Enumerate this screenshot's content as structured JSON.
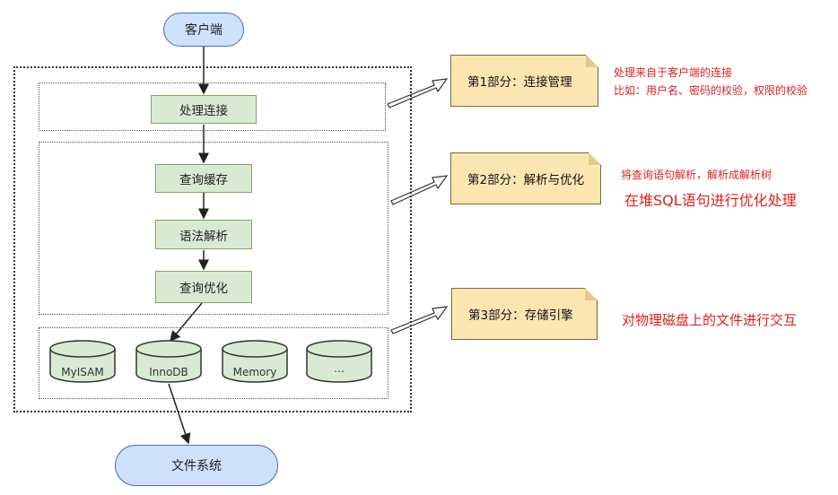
{
  "client": "客户端",
  "filesystem": "文件系统",
  "layer1": {
    "box": "处理连接"
  },
  "layer2": {
    "boxes": [
      "查询缓存",
      "语法解析",
      "查询优化"
    ]
  },
  "engines": [
    "MyISAM",
    "InnoDB",
    "Memory",
    "…"
  ],
  "notes": [
    {
      "label": "第1部分：连接管理",
      "desc": [
        "处理来自于客户端的连接",
        "比如：用户名、密码的校验，权限的校验"
      ]
    },
    {
      "label": "第2部分：解析与优化",
      "desc": [
        "将查询语句解析，解析成解析树",
        "在堆SQL语句进行优化处理"
      ]
    },
    {
      "label": "第3部分：存储引擎",
      "desc": [
        "对物理磁盘上的文件进行交互"
      ]
    }
  ],
  "colors": {
    "green_fill": "#d9ead3",
    "blue_fill": "#cfe0fb",
    "note_fill": "#fbe6b1",
    "annotation": "#e02020"
  }
}
